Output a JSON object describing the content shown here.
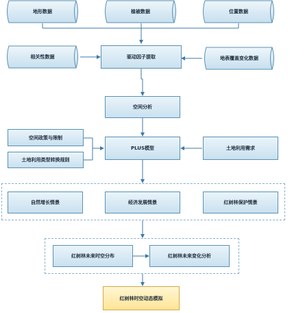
{
  "nodes": {
    "terrain": "地形数据",
    "vegetation": "植被数据",
    "location": "位置数据",
    "related": "相关性数据",
    "driver_extract": "驱动因子提取",
    "landuse_change": "地表覆盖变化数据",
    "spatial": "空间分析",
    "policy": "空间政策与限制",
    "conversion_rules": "土地利用类型转换规则",
    "plus_model": "PLUS模型",
    "landuse_demand": "土地利用需求",
    "natural_growth": "自然增长情景",
    "economic_dev": "经济发展情景",
    "redsoil_protect": "红树林保护情景",
    "future_dist": "红树林未来时空分布",
    "future_change": "红树林未来变化分析",
    "dynamic_sim": "红树林时空动态模拟"
  }
}
